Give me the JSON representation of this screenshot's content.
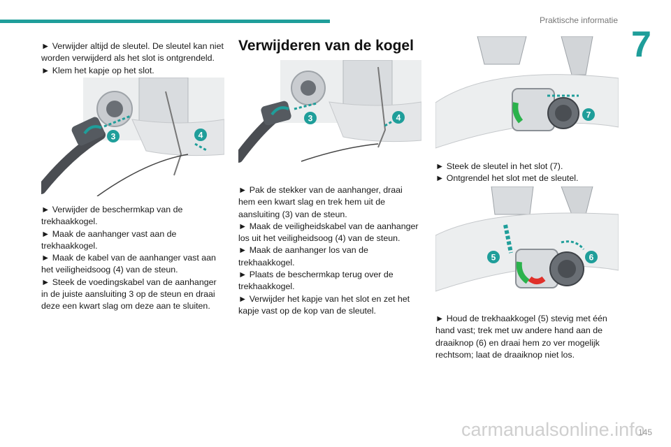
{
  "header": {
    "title": "Praktische informatie",
    "chapter": "7"
  },
  "col1": {
    "top": [
      "► Verwijder altijd de sleutel. De sleutel kan niet worden verwijderd als het slot is ontgrendeld.",
      "► Klem het kapje op het slot."
    ],
    "bottom": [
      "► Verwijder de beschermkap van de trekhaakkogel.",
      "► Maak de aanhanger vast aan de trekhaakkogel.",
      "► Maak de kabel van de aanhanger vast aan het veiligheidsoog (4) van de steun.",
      "► Steek de voedingskabel van de aanhanger in de juiste aansluiting 3 op de steun en draai deze een kwart slag om deze aan te sluiten."
    ]
  },
  "col2": {
    "heading": "Verwijderen van de kogel",
    "items": [
      "► Pak de stekker van de aanhanger, draai hem een kwart slag en trek hem uit de aansluiting (3) van de steun.",
      "► Maak de veiligheidskabel van de aanhanger los uit het veiligheidsoog (4) van de steun.",
      "► Maak de aanhanger los van de trekhaakkogel.",
      "► Plaats de beschermkap terug over de trekhaakkogel.",
      "► Verwijder het kapje van het slot en zet het kapje vast op de kop van de sleutel."
    ]
  },
  "col3": {
    "middle": [
      "► Steek de sleutel in het slot (7).",
      "► Ontgrendel het slot met de sleutel."
    ],
    "bottom": [
      "► Houd de trekhaakkogel (5) stevig met één hand vast; trek met uw andere hand aan de draaiknop (6) en draai hem zo ver mogelijk rechtsom; laat de draaiknop niet los."
    ]
  },
  "figures": {
    "fig1": {
      "callouts": [
        "3",
        "4"
      ]
    },
    "fig2": {
      "callouts": [
        "3",
        "4"
      ]
    },
    "fig3": {
      "callouts": [
        "7"
      ]
    },
    "fig4": {
      "callouts": [
        "5",
        "6"
      ]
    }
  },
  "footer": {
    "page": "145",
    "watermark": "carmanualsonline.info"
  },
  "colors": {
    "accent": "#1f9e9a",
    "arrow_green": "#2bb24c",
    "lock_red": "#e0302a"
  }
}
